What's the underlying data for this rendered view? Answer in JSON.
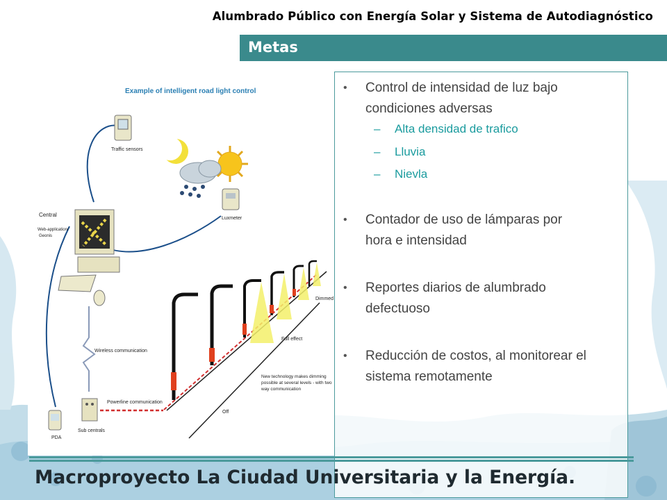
{
  "header": {
    "title": "Alumbrado Público con Energía Solar y Sistema de Autodiagnóstico",
    "section": "Metas"
  },
  "diagram": {
    "title": "Example of intelligent road light control",
    "labels": {
      "traffic_sensors": "Traffic sensors",
      "luxmeter": "Luxmeter",
      "central": "Central",
      "web_app": "Web-application/",
      "geonis": "Geonis",
      "wireless": "Wireless communication",
      "powerline": "Powerline communication",
      "pda": "PDA",
      "sub_centrals": "Sub centrals",
      "full_effect": "Full effect",
      "dimmed": "Dimmed",
      "off": "Off",
      "new_tech_1": "New technology makes dimming",
      "new_tech_2": "possible at several levels - with two",
      "new_tech_3": "way communication"
    }
  },
  "content": {
    "bullets": [
      {
        "line1": "Control de intensidad de luz bajo",
        "line2": "condiciones adversas",
        "subitems": [
          "Alta densidad de trafico",
          "Lluvia",
          "Nievla"
        ]
      },
      {
        "line1": "Contador de uso de lámparas por",
        "line2": "hora e intensidad"
      },
      {
        "line1": "Reportes diarios de alumbrado",
        "line2": "defectuoso"
      },
      {
        "line1": "Reducción de costos, al monitorear el",
        "line2": "sistema remotamente"
      }
    ]
  },
  "footer": {
    "title": "Macroproyecto La Ciudad Universitaria y la Energía."
  },
  "colors": {
    "accent": "#3a8a8c",
    "sub_text": "#1a9b9e",
    "body_text": "#444444",
    "texture": "#b9d8e6"
  }
}
